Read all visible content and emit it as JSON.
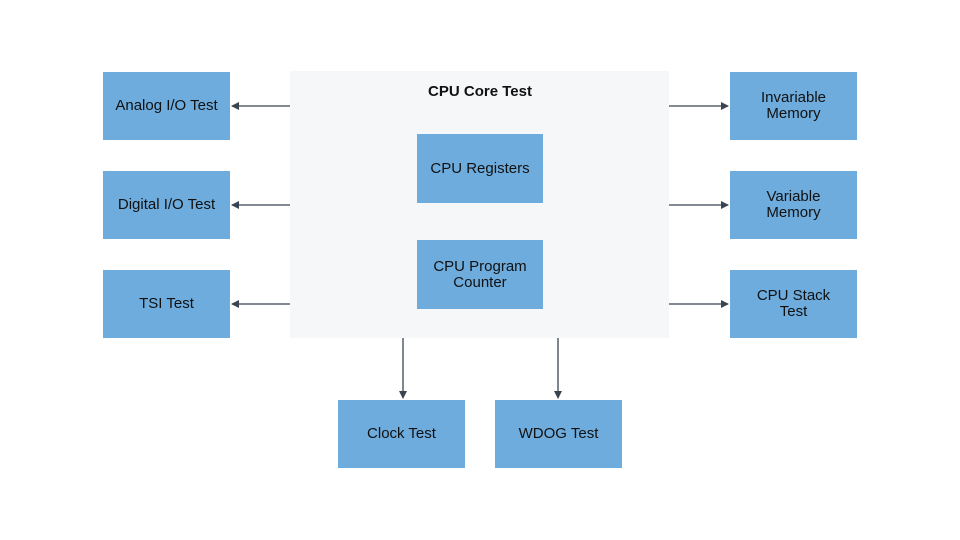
{
  "diagram": {
    "core": {
      "title": "CPU Core Test",
      "inner": [
        "CPU Registers",
        "CPU Program\nCounter"
      ]
    },
    "left": [
      "Analog I/O Test",
      "Digital I/O Test",
      "TSI Test"
    ],
    "right": [
      "Invariable\nMemory",
      "Variable\nMemory",
      "CPU Stack\nTest"
    ],
    "bottom": [
      "Clock Test",
      "WDOG Test"
    ],
    "colors": {
      "box": "#6eacdd",
      "core_bg": "#f5f7f9",
      "arrow": "#3a4450"
    }
  }
}
